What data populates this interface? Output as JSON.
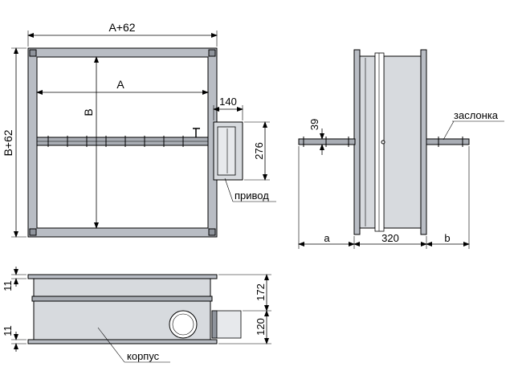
{
  "labels": {
    "width_outer": "A+62",
    "width_inner": "A",
    "height_outer": "B+62",
    "height_inner": "B",
    "actuator_width": "140",
    "actuator_height": "276",
    "actuator_label": "привод",
    "blade_thickness": "39",
    "damper_label": "заслонка",
    "dim_a": "a",
    "dim_body": "320",
    "dim_b": "b",
    "flange_top": "11",
    "flange_bottom": "11",
    "height_total": "172",
    "height_body": "120",
    "body_label": "корпус"
  }
}
